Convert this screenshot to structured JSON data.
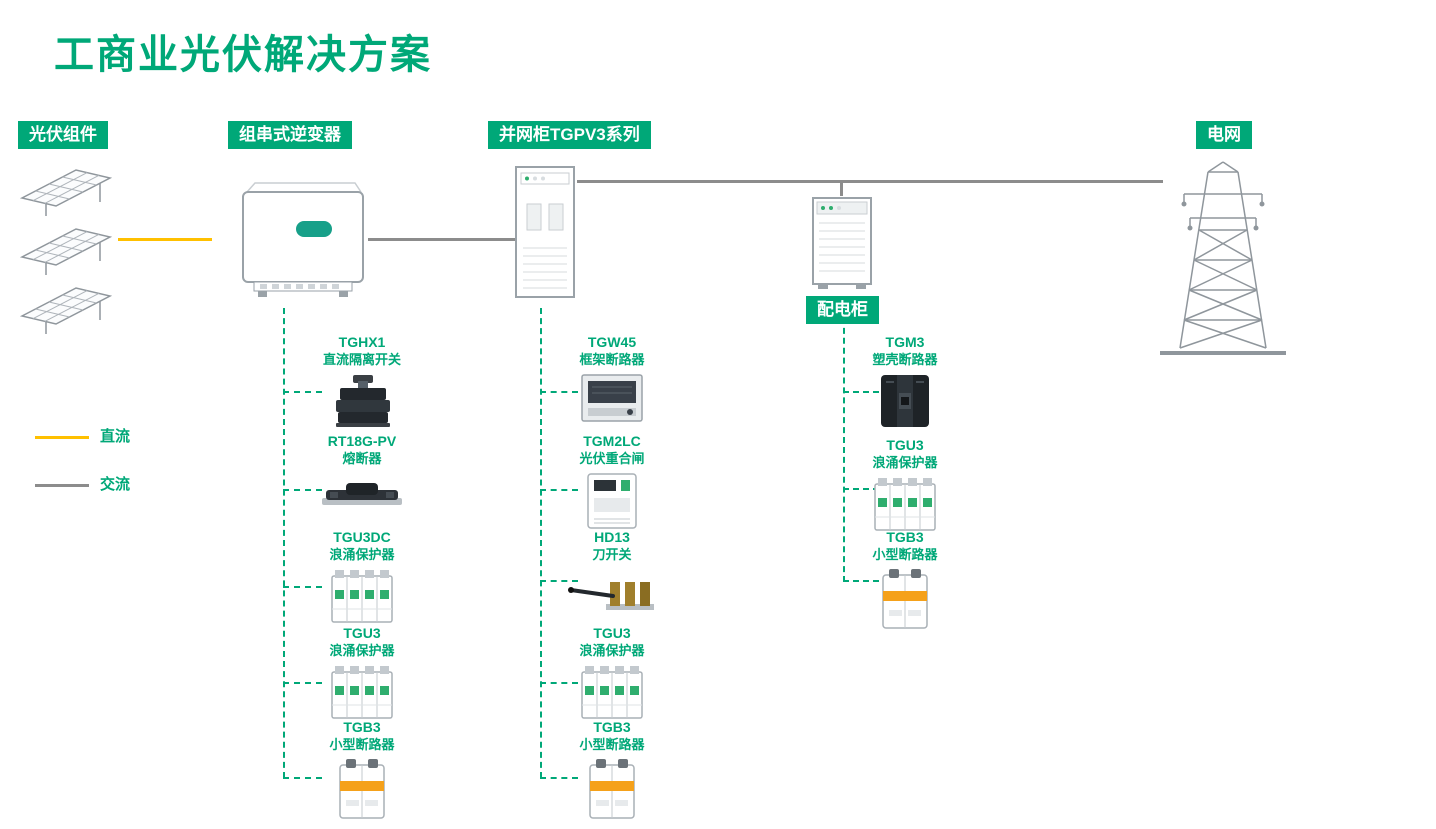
{
  "title": "工商业光伏解决方案",
  "colors": {
    "accent": "#00A878",
    "dc_line": "#FFC000",
    "ac_line": "#8C8C8C"
  },
  "nodes": {
    "pv_modules": "光伏组件",
    "string_inverter": "组串式逆变器",
    "grid_tie_cabinet": "并网柜TGPV3系列",
    "power_grid": "电网",
    "distribution_cabinet": "配电柜"
  },
  "legend": {
    "dc": "直流",
    "ac": "交流"
  },
  "columns": [
    {
      "id": "inverter-side-components",
      "items": [
        {
          "model": "TGHX1",
          "desc": "直流隔离开关",
          "icon": "dc-isolator"
        },
        {
          "model": "RT18G-PV",
          "desc": "熔断器",
          "icon": "fuse"
        },
        {
          "model": "TGU3DC",
          "desc": "浪涌保护器",
          "icon": "surge-protector"
        },
        {
          "model": "TGU3",
          "desc": "浪涌保护器",
          "icon": "surge-protector"
        },
        {
          "model": "TGB3",
          "desc": "小型断路器",
          "icon": "miniature-circuit-breaker"
        }
      ]
    },
    {
      "id": "grid-cabinet-side-components",
      "items": [
        {
          "model": "TGW45",
          "desc": "框架断路器",
          "icon": "air-circuit-breaker"
        },
        {
          "model": "TGM2LC",
          "desc": "光伏重合闸",
          "icon": "pv-recloser"
        },
        {
          "model": "HD13",
          "desc": "刀开关",
          "icon": "knife-switch"
        },
        {
          "model": "TGU3",
          "desc": "浪涌保护器",
          "icon": "surge-protector"
        },
        {
          "model": "TGB3",
          "desc": "小型断路器",
          "icon": "miniature-circuit-breaker"
        }
      ]
    },
    {
      "id": "distribution-side-components",
      "items": [
        {
          "model": "TGM3",
          "desc": "塑壳断路器",
          "icon": "molded-case-circuit-breaker"
        },
        {
          "model": "TGU3",
          "desc": "浪涌保护器",
          "icon": "surge-protector"
        },
        {
          "model": "TGB3",
          "desc": "小型断路器",
          "icon": "miniature-circuit-breaker"
        }
      ]
    }
  ]
}
